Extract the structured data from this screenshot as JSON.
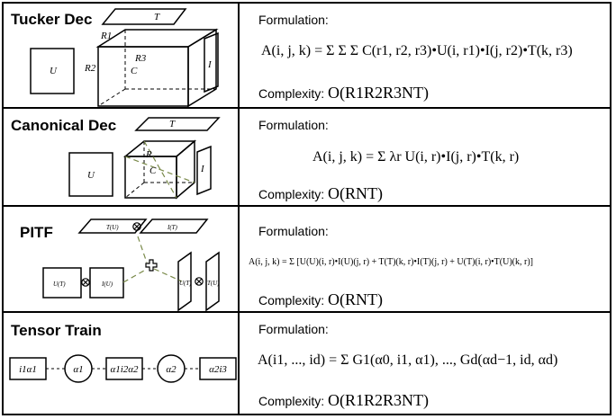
{
  "rows": [
    {
      "title": "Tucker Dec",
      "formulation_label": "Formulation:",
      "complexity_label": "Complexity:",
      "formula": "A(i, j, k) = Σ Σ Σ C(r1, r2, r3)•U(i, r1)•I(j, r2)•T(k, r3)",
      "complexity": "O(R1R2R3NT)",
      "diagram": {
        "labels": [
          "U",
          "T",
          "R1",
          "R2",
          "R3",
          "C",
          "I"
        ]
      }
    },
    {
      "title": "Canonical Dec",
      "formulation_label": "Formulation:",
      "complexity_label": "Complexity:",
      "formula": "A(i, j, k) = Σ λr U(i, r)•I(j, r)•T(k, r)",
      "complexity": "O(RNT)",
      "diagram": {
        "labels": [
          "U",
          "T",
          "R",
          "C",
          "I"
        ]
      }
    },
    {
      "title": "PITF",
      "formulation_label": "Formulation:",
      "complexity_label": "Complexity:",
      "formula": "A(i, j, k) = Σ [U(U)(i, r)•I(U)(j, r) + T(T)(k, r)•I(T)(j, r) + U(T)(i, r)•T(U)(k, r)]",
      "complexity": "O(RNT)",
      "diagram": {
        "labels": [
          "T(U)",
          "I(T)",
          "U(T)",
          "I(U)",
          "U(T)",
          "T(U)"
        ]
      }
    },
    {
      "title": "Tensor Train",
      "formulation_label": "Formulation:",
      "complexity_label": "Complexity:",
      "formula": "A(i1, ..., id) = Σ G1(α0, i1, α1), ..., Gd(αd−1, id, αd)",
      "complexity": "O(R1R2R3NT)",
      "diagram": {
        "labels": [
          "i1α1",
          "α1",
          "α1i2α2",
          "α2",
          "α2i3"
        ]
      }
    }
  ]
}
